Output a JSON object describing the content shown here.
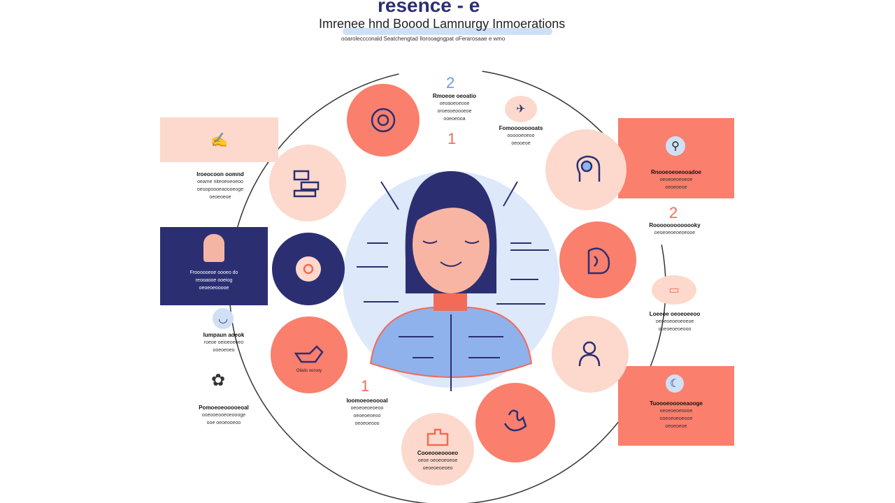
{
  "header": {
    "brand": "resence - e",
    "title": "Imrenee hnd Boood Lamnurgy Inmoerations",
    "subtitle": "ooaroleccconald Seatchengtad Ilorooagngpat oFerarosaae e wmo"
  },
  "numbers": {
    "top": "2",
    "top_one": "1",
    "right": "2",
    "bottom": "1"
  },
  "blocks": [
    {
      "title": "Rmoeoe oeoatio",
      "lines": [
        "oeoaoeoeooe",
        "oroeooeoooeoe",
        "ooeoeooa"
      ]
    },
    {
      "title": "Fomoooooooats",
      "lines": [
        "oooooeoeoo",
        "oeooeoe"
      ]
    },
    {
      "title": "Iroeocoon oomnd",
      "lines": [
        "oeame niteoeoeoeoo",
        "oeoopoooeaoooeoge",
        "oeoeoeoe"
      ]
    },
    {
      "title": "Froooooeoe oooeo do",
      "lines": [
        "reooaooe ooeiog",
        "oeoeoeooooe"
      ]
    },
    {
      "title": "Iumpaun aoeok",
      "lines": [
        "roeoe oeioeoeoeo",
        "ooeoeoeo"
      ]
    },
    {
      "title": "Pomoeoeooooeoal",
      "lines": [
        "ooeooeooeoeoooge",
        "ooe oeoeooeoo"
      ]
    },
    {
      "title": "Rnooeoeoeooadoe",
      "lines": [
        "oeoeoeoeoeoe",
        "oeoeoeoe"
      ]
    },
    {
      "title": "Rooooooooooooky",
      "lines": [
        "oeoeoeoeoeoeooe"
      ]
    },
    {
      "title": "Loeeoe oeoeoeeoo",
      "lines": [
        "oeoeoeoeoeoeoe",
        "ooeoeoeoeooo"
      ]
    },
    {
      "title": "Tuoooeooooeaooge",
      "lines": [
        "oeoeoeoeoooe",
        "ooeoeoeoeooe",
        "oeoeoeoe"
      ]
    },
    {
      "title": "Ioomoeoeoooal",
      "lines": [
        "oeoeoeoeoeoo",
        "oeoeoeoeoo",
        "oeoeoeooo"
      ]
    },
    {
      "title": "Cooeooeoooeo",
      "lines": [
        "oeoe oeoeoeoeoe",
        "oeoeoeoeoeo"
      ]
    }
  ],
  "inner_label": "Oiiaiis oorooy",
  "colors": {
    "coral": "#fa7f6c",
    "peach": "#fcd9cc",
    "navy": "#2b2f72",
    "lightblue": "#dde8fa"
  }
}
